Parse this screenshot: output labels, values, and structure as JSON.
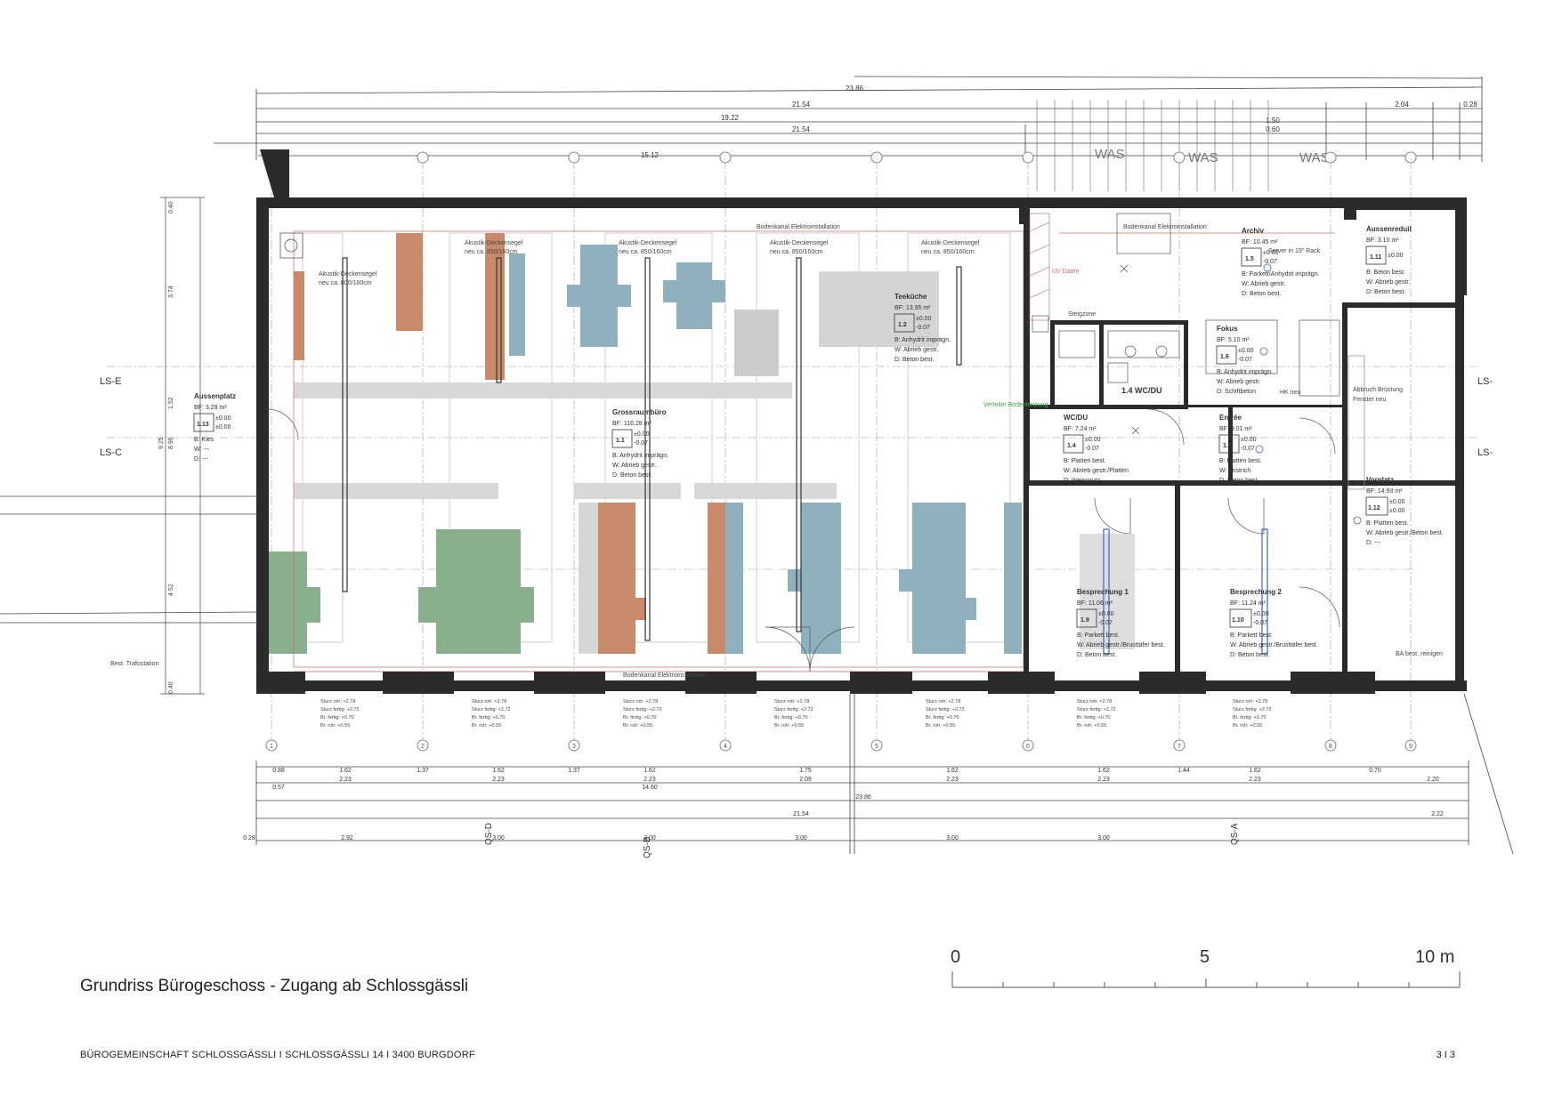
{
  "title": "Grundriss Bürogeschoss - Zugang ab Schlossgässli",
  "footer": {
    "left": "BÜROGEMEINSCHAFT SCHLOSSGÄSSLI  I  SCHLOSSGÄSSLI 14  I  3400 BURGDORF",
    "right": "3 I 3"
  },
  "scale_bar": {
    "labels": [
      "0",
      "5",
      "10 m"
    ]
  },
  "rooms": [
    {
      "name": "Grossraumbüro",
      "area": "BF: 116.28 m²",
      "number": "1.1",
      "level_a": "±0.00",
      "level_b": "-0.07",
      "finish": [
        "B: Anhydrit imprägn.",
        "W: Abrieb gestr.",
        "D: Beton best."
      ]
    },
    {
      "name": "Teeküche",
      "area": "BF: 13.95 m²",
      "number": "1.2",
      "level_a": "±0.00",
      "level_b": "-0.07",
      "finish": [
        "B: Anhydrit imprägn.",
        "W: Abrieb gestr.",
        "D: Beton best."
      ]
    },
    {
      "name": "Archiv",
      "area": "BF: 10.45 m²",
      "number": "1.5",
      "level_a": "±0.00",
      "level_b": "-0.07",
      "finish": [
        "B: Parkett/Anhydrit imprägn.",
        "W: Abrieb gestr.",
        "D: Beton best."
      ]
    },
    {
      "name": "Fokus",
      "area": "BF: 5.10 m²",
      "number": "1.6",
      "level_a": "±0.00",
      "level_b": "-0.07",
      "finish": [
        "B: Anhydrit imprägn.",
        "W: Abrieb gestr.",
        "D: Schiftbeton"
      ]
    },
    {
      "name": "WC/DU",
      "area": "BF: 7.24 m²",
      "number": "1.4",
      "level_a": "±0.00",
      "level_b": "-0.07",
      "finish": [
        "B: Platten best.",
        "W: Abrieb gestr./Platten",
        "D: Weissputz"
      ]
    },
    {
      "name": "Entrée",
      "area": "BF: 9.01 m²",
      "number": "1.7",
      "level_a": "±0.00",
      "level_b": "-0.07",
      "finish": [
        "B: Platten best.",
        "W: Anstrich",
        "D: Beton best."
      ]
    },
    {
      "name": "Besprechung 1",
      "area": "BF: 11.06 m²",
      "number": "1.9",
      "level_a": "±0.00",
      "level_b": "-0.07",
      "finish": [
        "B: Parkett best.",
        "W: Abrieb gestr./Brusttäfer best.",
        "D: Beton best."
      ]
    },
    {
      "name": "Besprechung 2",
      "area": "BF: 11.24 m²",
      "number": "1.10",
      "level_a": "±0.00",
      "level_b": "-0.07",
      "finish": [
        "B: Parkett best.",
        "W: Abrieb gestr./Brusttäfer best.",
        "D: Beton best."
      ]
    },
    {
      "name": "Aussenreduit",
      "area": "BF: 3.10 m²",
      "number": "1.11",
      "level_a": "±0.00",
      "level_b": "",
      "finish": [
        "B: Beton best.",
        "W: Abrieb gestr.",
        "D: Beton best."
      ]
    },
    {
      "name": "Vorplatz",
      "area": "BF: 14.93 m²",
      "number": "1.12",
      "level_a": "±0.00",
      "level_b": "±0.00",
      "finish": [
        "B: Platten best.",
        "W: Abrieb gestr./Beton best.",
        "D: ---"
      ]
    },
    {
      "name": "Aussenplatz",
      "area": "BF: 3.28 m²",
      "number": "1.13",
      "level_a": "±0.00",
      "level_b": "±0.00",
      "finish": [
        "B: Kies",
        "W: ---",
        "D: ---"
      ]
    }
  ],
  "small_room_label": "1.4 WC/DU",
  "notes": {
    "akustik_1": "Akustik-Deckensegel",
    "akustik_sub_1": "neu ca. 800/160cm",
    "akustik_2": "Akustik-Deckensegel",
    "akustik_sub_2": "neu ca. 850/160cm",
    "bodenkanal_top": "Bodenkanal Elektroinstallation",
    "bodenkanal_right": "Bodenkanal Elektroinstallation",
    "bodenkanal_bottom": "Bodenkanal Elektroinstallation",
    "uv": "UV Daten",
    "server": "Server in 19\" Rack",
    "steigzone": "Steigzone",
    "verteiler": "Verteiler Bodenheizung",
    "abbruch": "Abbruch Brüstung",
    "fenster": "Fenster neu",
    "trafo": "Best. Trafostation",
    "hk": "HK neu",
    "reinigen": "BA best. reinigen",
    "was_1": "WAS",
    "was_2": "WAS",
    "was_3": "WAS"
  },
  "sections": {
    "ls_e": "LS-E",
    "ls_c": "LS-C",
    "ls_e_right": "LS-",
    "ls_c_right": "LS-",
    "qs_d": "QS-D",
    "qs_b": "QS-B",
    "qs_a": "QS-A"
  },
  "axes": [
    "1",
    "2",
    "3",
    "4",
    "5",
    "6",
    "7",
    "8",
    "9"
  ],
  "dimensions": {
    "overall_top": "23.86",
    "overall_mid": "21.54",
    "overall_mid2": "21.54",
    "partial_top": "19.22",
    "inner_top": "15.12",
    "sub_1": "1.50",
    "sub_2": "0.60",
    "sub_3": "2.04",
    "sub_4": "0.28",
    "bottom_1": "21.54",
    "bottom_2": "23.86",
    "bottom_3": "14.60",
    "bottom_4": "2.22",
    "bottom_5": "3.00",
    "bottom_6": "2.92",
    "bottom_7": "0.28",
    "left_1": "9.25",
    "left_2": "8.96",
    "left_3": "4.52",
    "left_4": "3.74",
    "left_5": "1.52",
    "left_6": "0.40",
    "left_7": "0.40",
    "bay_1": "1.62",
    "bay_2": "2.23",
    "bay_3": "1.37",
    "bay_4": "1.75",
    "bay_5": "2.09",
    "bay_6": "1.44",
    "bay_7": "0.70",
    "bay_8": "2.20",
    "bay_9": "0.88",
    "bay_10": "0.57"
  },
  "sill_labels": [
    "Sturz roh:  +2.78",
    "Sturz fertig:  +2.72",
    "Br. fertig:  +0.70",
    "Br. roh:  +0.55"
  ],
  "colors": {
    "wall": "#2b2b2b",
    "desk_orange": "#c98a6b",
    "desk_blue": "#8fb0bd",
    "desk_green": "#8aaf8c",
    "desk_grey": "#cfcfcf",
    "red_line": "#d36a6a",
    "green_note": "#3aa84a",
    "blue_symbol": "#3f62c9"
  }
}
